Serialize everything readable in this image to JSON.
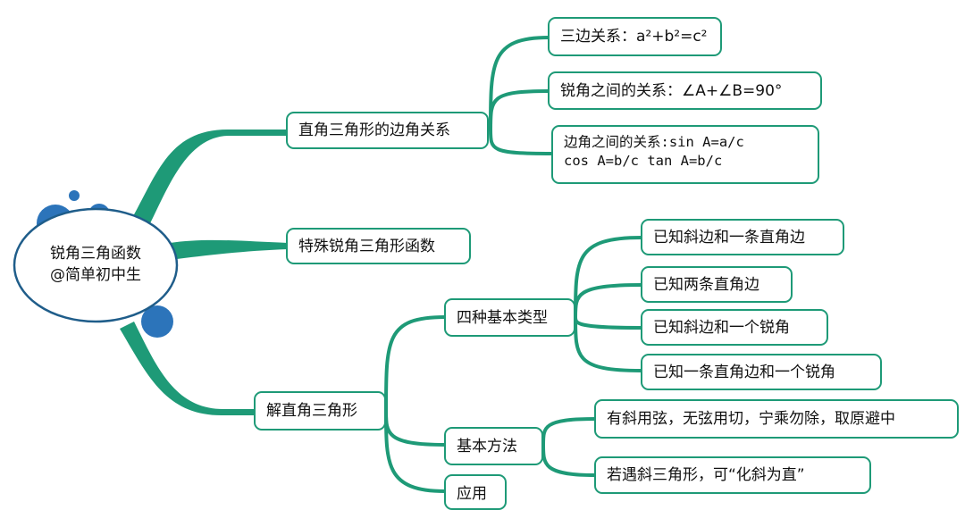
{
  "colors": {
    "connector": "#1e9a77",
    "node_border": "#1e9a77",
    "root_fill": "#ffffff",
    "root_border": "#1f5d8a",
    "bubble": "#2c74ba"
  },
  "root": {
    "line1": "锐角三角函数",
    "line2": "@简单初中生"
  },
  "branches": {
    "b1": {
      "label": "直角三角形的边角关系",
      "children": {
        "c1": "三边关系：a²+b²=c²",
        "c2": "锐角之间的关系：∠A+∠B=90°",
        "c3_line1": "边角之间的关系:sin A=a/c",
        "c3_line2": "cos A=b/c tan A=b/c"
      }
    },
    "b2": {
      "label": "特殊锐角三角形函数"
    },
    "b3": {
      "label": "解直角三角形",
      "sub1": {
        "label": "四种基本类型",
        "children": {
          "c1": "已知斜边和一条直角边",
          "c2": "已知两条直角边",
          "c3": "已知斜边和一个锐角",
          "c4": "已知一条直角边和一个锐角"
        }
      },
      "sub2": {
        "label": "基本方法",
        "children": {
          "c1": "有斜用弦，无弦用切，宁乘勿除，取原避中",
          "c2": "若遇斜三角形，可“化斜为直”"
        }
      },
      "sub3": {
        "label": "应用"
      }
    }
  }
}
